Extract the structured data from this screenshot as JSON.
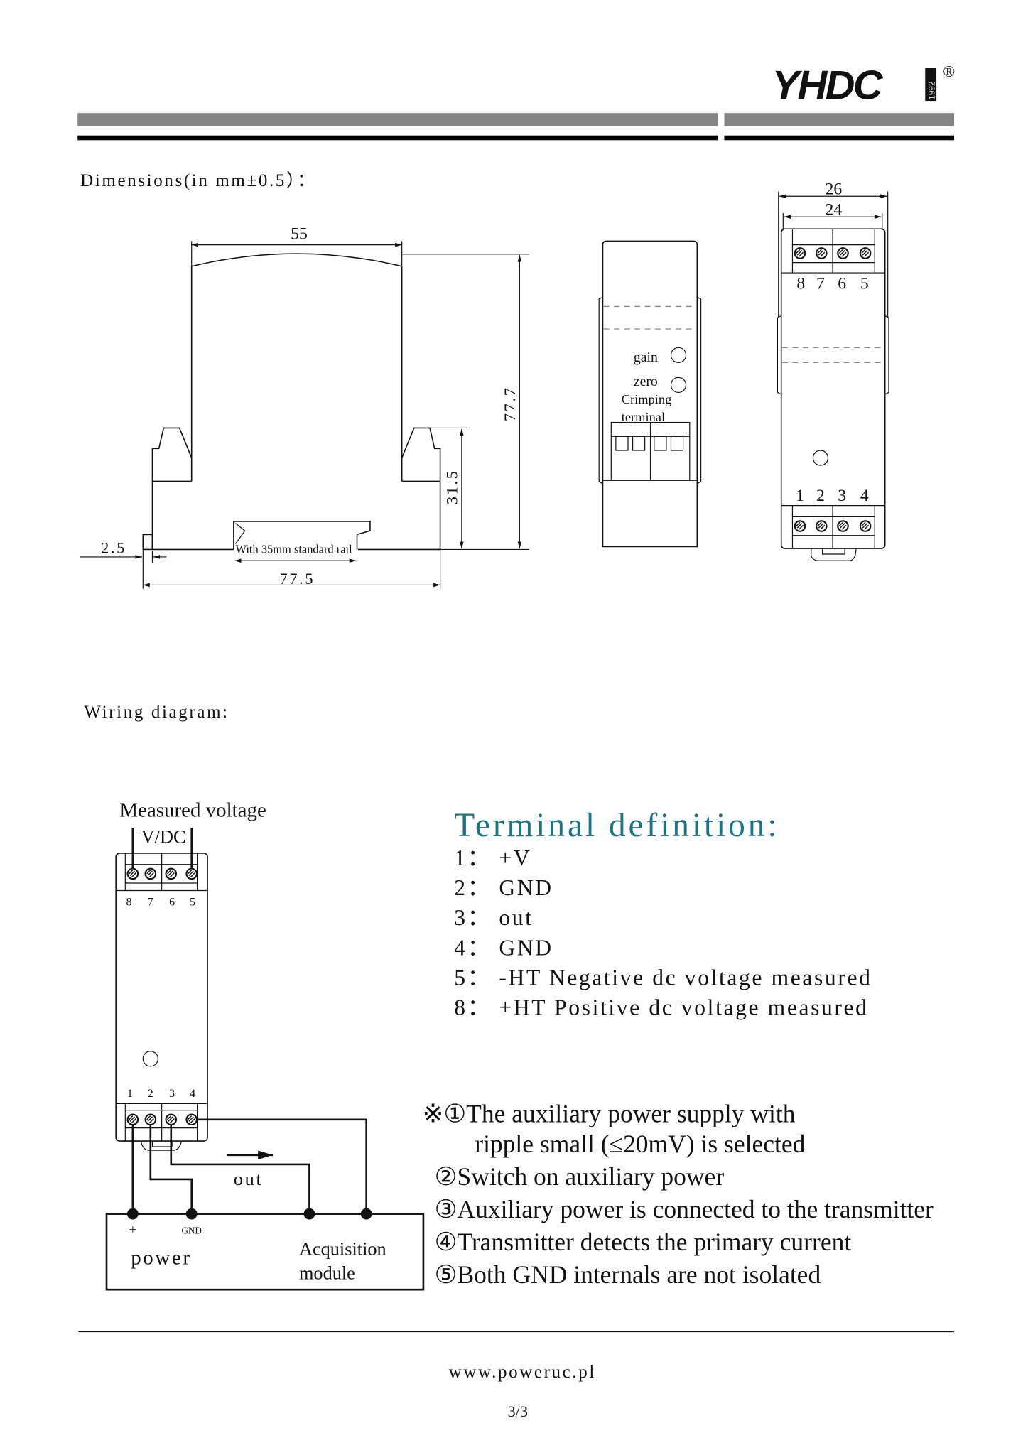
{
  "header": {
    "logo_text": "YHDC",
    "logo_year": "1992",
    "registered_mark": "®"
  },
  "colors": {
    "accent_teal": "#1a7386",
    "header_bar_gray": "#858585",
    "ink": "#111111"
  },
  "dimensions": {
    "title": "Dimensions(in mm±0.5）：",
    "front": {
      "width_top": "55",
      "height_total": "77.7",
      "height_clip": "31.5",
      "offset": "2.5",
      "width_total": "77.5",
      "rail_label": "With 35mm standard rail"
    },
    "side": {
      "gain_label": "gain",
      "zero_label": "zero",
      "crimping_label": "Crimping",
      "terminal_label": "terminal"
    },
    "end": {
      "outer_width": "26",
      "inner_width": "24",
      "top_pins": [
        "8",
        "7",
        "6",
        "5"
      ],
      "bottom_pins": [
        "1",
        "2",
        "3",
        "4"
      ]
    }
  },
  "wiring": {
    "title": "Wiring diagram:",
    "measured_voltage": "Measured voltage",
    "vdc": "V/DC",
    "top_pins": [
      "8",
      "7",
      "6",
      "5"
    ],
    "bottom_pins": [
      "1",
      "2",
      "3",
      "4"
    ],
    "out_label": "out",
    "plus_label": "+",
    "gnd_label": "GND",
    "power_label": "power",
    "acq_label_1": "Acquisition",
    "acq_label_2": "module"
  },
  "terminal_definition": {
    "title": "Terminal definition:",
    "items": [
      "1： +V",
      "2： GND",
      "3： out",
      "4： GND",
      "5： -HT Negative dc voltage measured",
      "8： +HT Positive dc voltage measured"
    ]
  },
  "notes": [
    "※①The auxiliary power supply with",
    "ripple small (≤20mV) is selected",
    "②Switch on auxiliary power",
    "③Auxiliary power is connected to the transmitter",
    "④Transmitter detects the primary current",
    "⑤Both GND internals are not isolated"
  ],
  "footer": {
    "url": "www.poweruc.pl",
    "page": "3/3"
  }
}
